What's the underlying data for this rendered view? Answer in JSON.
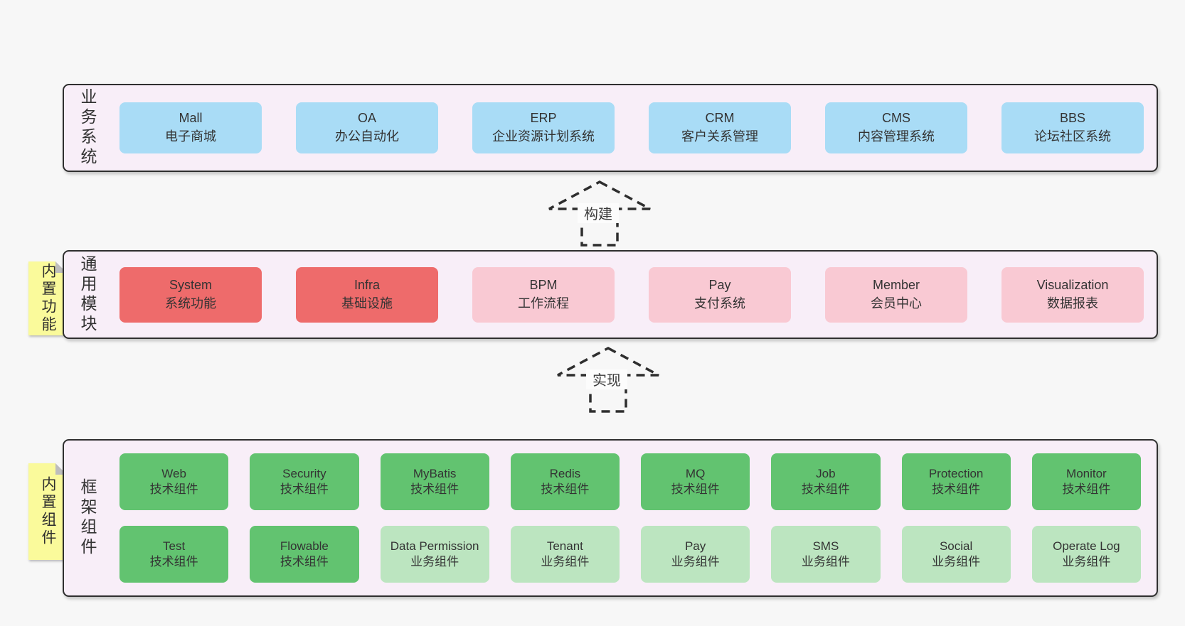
{
  "colors": {
    "page_bg": "#f7f7f7",
    "layer_bg": "#f8eef8",
    "layer_border": "#2f2f2f",
    "business_box": "#a9dcf6",
    "core_module_box": "#ee6b6b",
    "optional_module_box": "#f9c9d3",
    "tech_component_box": "#62c370",
    "biz_component_box": "#bce5c0",
    "sticky_note_bg": "#fafa9b"
  },
  "arrows": {
    "build_label": "构建",
    "implement_label": "实现"
  },
  "stickies": {
    "builtin_features": "内置功能",
    "builtin_components": "内置组件"
  },
  "layers": {
    "business": {
      "label": "业务系统",
      "boxes": [
        {
          "title": "Mall",
          "subtitle": "电子商城"
        },
        {
          "title": "OA",
          "subtitle": "办公自动化"
        },
        {
          "title": "ERP",
          "subtitle": "企业资源计划系统"
        },
        {
          "title": "CRM",
          "subtitle": "客户关系管理"
        },
        {
          "title": "CMS",
          "subtitle": "内容管理系统"
        },
        {
          "title": "BBS",
          "subtitle": "论坛社区系统"
        }
      ]
    },
    "modules": {
      "label": "通用模块",
      "boxes": [
        {
          "title": "System",
          "subtitle": "系统功能",
          "variant": "red"
        },
        {
          "title": "Infra",
          "subtitle": "基础设施",
          "variant": "red"
        },
        {
          "title": "BPM",
          "subtitle": "工作流程",
          "variant": "pink"
        },
        {
          "title": "Pay",
          "subtitle": "支付系统",
          "variant": "pink"
        },
        {
          "title": "Member",
          "subtitle": "会员中心",
          "variant": "pink"
        },
        {
          "title": "Visualization",
          "subtitle": "数据报表",
          "variant": "pink"
        }
      ]
    },
    "framework": {
      "label": "框架组件",
      "row1": [
        {
          "title": "Web",
          "subtitle": "技术组件",
          "variant": "green"
        },
        {
          "title": "Security",
          "subtitle": "技术组件",
          "variant": "green"
        },
        {
          "title": "MyBatis",
          "subtitle": "技术组件",
          "variant": "green"
        },
        {
          "title": "Redis",
          "subtitle": "技术组件",
          "variant": "green"
        },
        {
          "title": "MQ",
          "subtitle": "技术组件",
          "variant": "green"
        },
        {
          "title": "Job",
          "subtitle": "技术组件",
          "variant": "green"
        },
        {
          "title": "Protection",
          "subtitle": "技术组件",
          "variant": "green"
        },
        {
          "title": "Monitor",
          "subtitle": "技术组件",
          "variant": "green"
        }
      ],
      "row2": [
        {
          "title": "Test",
          "subtitle": "技术组件",
          "variant": "green"
        },
        {
          "title": "Flowable",
          "subtitle": "技术组件",
          "variant": "green"
        },
        {
          "title": "Data Permission",
          "subtitle": "业务组件",
          "variant": "lightgreen"
        },
        {
          "title": "Tenant",
          "subtitle": "业务组件",
          "variant": "lightgreen"
        },
        {
          "title": "Pay",
          "subtitle": "业务组件",
          "variant": "lightgreen"
        },
        {
          "title": "SMS",
          "subtitle": "业务组件",
          "variant": "lightgreen"
        },
        {
          "title": "Social",
          "subtitle": "业务组件",
          "variant": "lightgreen"
        },
        {
          "title": "Operate Log",
          "subtitle": "业务组件",
          "variant": "lightgreen"
        }
      ]
    }
  }
}
